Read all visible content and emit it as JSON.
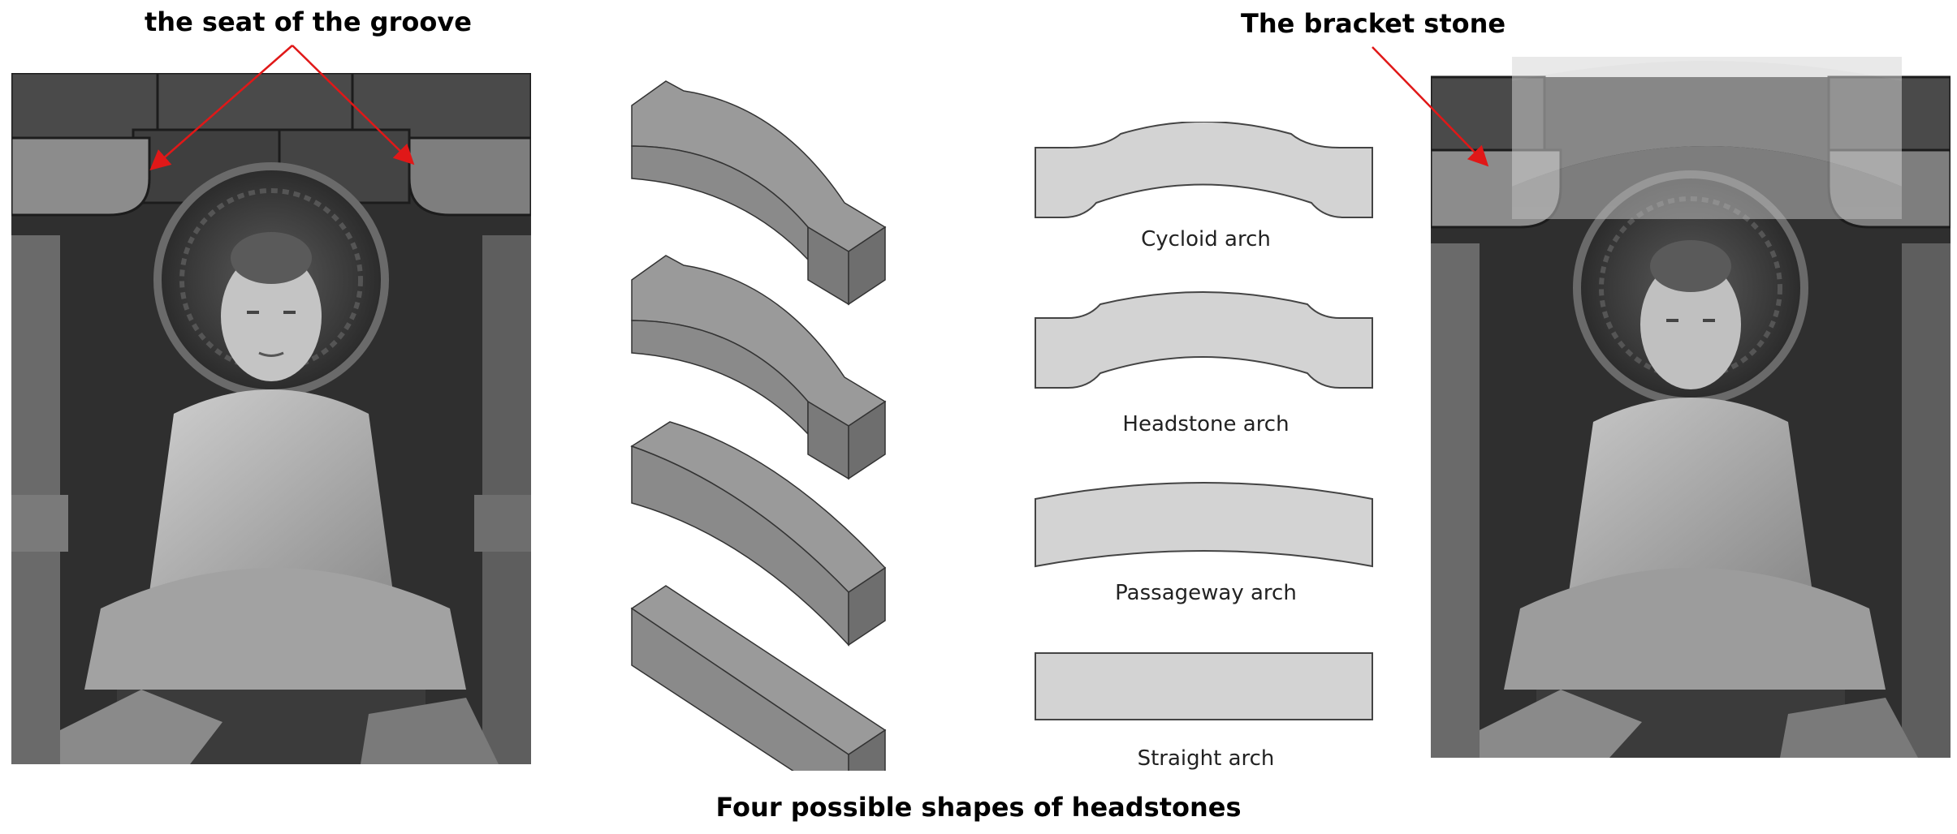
{
  "annotations": {
    "left_label": "the seat of the groove",
    "right_label": "The bracket stone",
    "bottom_title": "Four possible shapes of headstones"
  },
  "arches": [
    {
      "id": "cycloid",
      "label": "Cycloid arch"
    },
    {
      "id": "headstone",
      "label": "Headstone arch"
    },
    {
      "id": "passageway",
      "label": "Passageway arch"
    },
    {
      "id": "straight",
      "label": "Straight arch"
    }
  ],
  "colors": {
    "arrow": "#e01818",
    "block_top": "#9a9a9a",
    "block_side": "#777777",
    "block_front": "#8a8a8a",
    "profile_fill": "#d3d3d3",
    "profile_stroke": "#444444"
  }
}
